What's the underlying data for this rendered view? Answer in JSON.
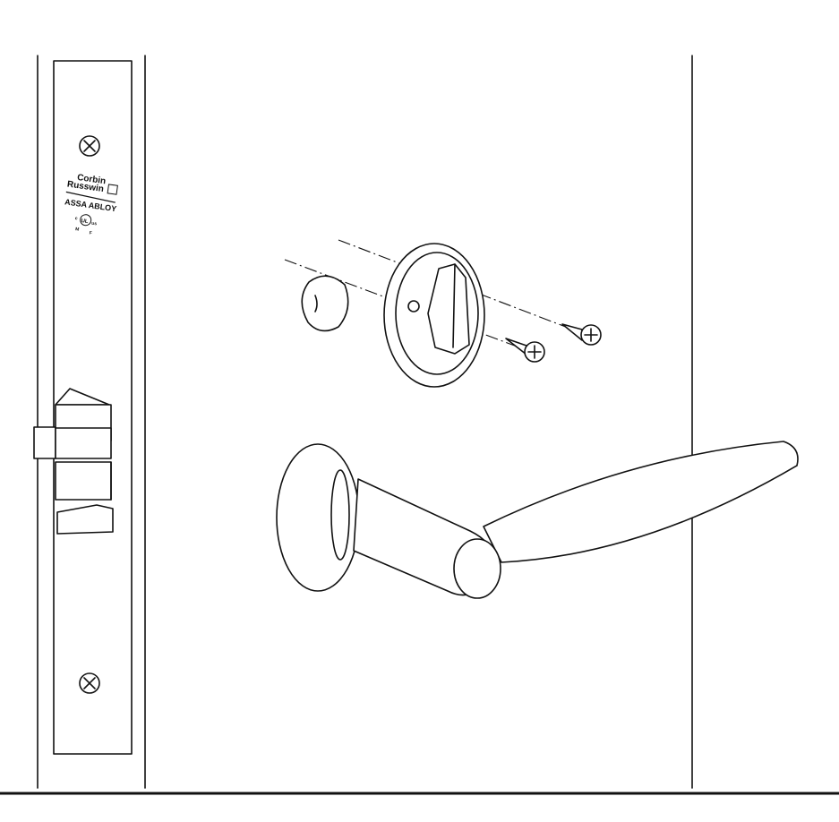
{
  "logo": {
    "brand_line1": "Corbin",
    "brand_line2": "Russwin",
    "parent": "ASSA ABLOY",
    "cert_mark": "UL",
    "cert_prefix": "c",
    "cert_suffix": "us",
    "cert_left": "M",
    "cert_right": "F"
  },
  "colors": {
    "line": "#111111",
    "background": "#ffffff"
  }
}
